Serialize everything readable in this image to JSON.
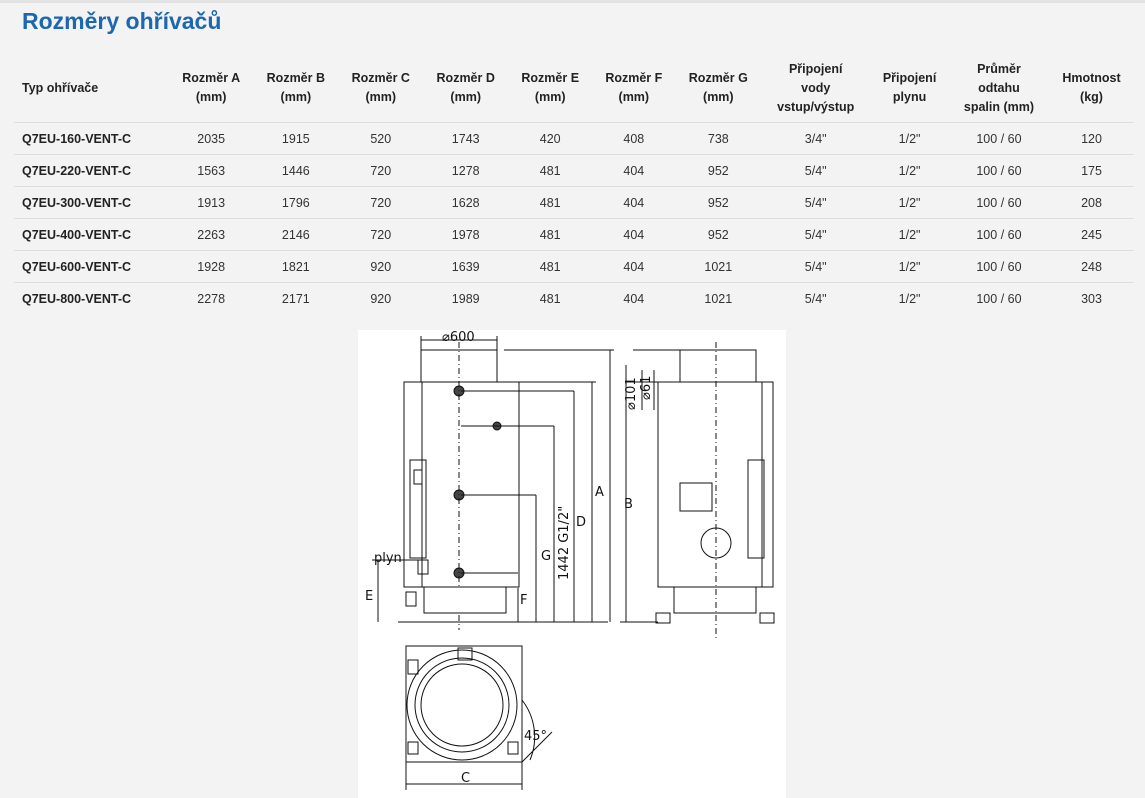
{
  "title": "Rozměry ohřívačů",
  "table": {
    "headers": [
      [
        "Typ ohřívače"
      ],
      [
        "Rozměr A",
        "(mm)"
      ],
      [
        "Rozměr B",
        "(mm)"
      ],
      [
        "Rozměr C",
        "(mm)"
      ],
      [
        "Rozměr D",
        "(mm)"
      ],
      [
        "Rozměr E",
        "(mm)"
      ],
      [
        "Rozměr F",
        "(mm)"
      ],
      [
        "Rozměr G",
        "(mm)"
      ],
      [
        "Připojení",
        "vody",
        "vstup/výstup"
      ],
      [
        "Připojení",
        "plynu"
      ],
      [
        "Průměr",
        "odtahu",
        "spalin (mm)"
      ],
      [
        "Hmotnost",
        "(kg)"
      ]
    ],
    "rows": [
      [
        "Q7EU-160-VENT-C",
        "2035",
        "1915",
        "520",
        "1743",
        "420",
        "408",
        "738",
        "3/4\"",
        "1/2\"",
        "100 / 60",
        "120"
      ],
      [
        "Q7EU-220-VENT-C",
        "1563",
        "1446",
        "720",
        "1278",
        "481",
        "404",
        "952",
        "5/4\"",
        "1/2\"",
        "100 / 60",
        "175"
      ],
      [
        "Q7EU-300-VENT-C",
        "1913",
        "1796",
        "720",
        "1628",
        "481",
        "404",
        "952",
        "5/4\"",
        "1/2\"",
        "100 / 60",
        "208"
      ],
      [
        "Q7EU-400-VENT-C",
        "2263",
        "2146",
        "720",
        "1978",
        "481",
        "404",
        "952",
        "5/4\"",
        "1/2\"",
        "100 / 60",
        "245"
      ],
      [
        "Q7EU-600-VENT-C",
        "1928",
        "1821",
        "920",
        "1639",
        "481",
        "404",
        "1021",
        "5/4\"",
        "1/2\"",
        "100 / 60",
        "248"
      ],
      [
        "Q7EU-800-VENT-C",
        "2278",
        "2171",
        "920",
        "1989",
        "481",
        "404",
        "1021",
        "5/4\"",
        "1/2\"",
        "100 / 60",
        "303"
      ]
    ]
  },
  "drawing": {
    "label_diam600": "⌀600",
    "label_diam101": "⌀101",
    "label_diam61": "⌀61",
    "label_A": "A",
    "label_B": "B",
    "label_C": "C",
    "label_D": "D",
    "label_E": "E",
    "label_F": "F",
    "label_G": "G",
    "label_plyn": "plyn",
    "label_1442": "1442  G1/2\"",
    "label_45": "45°"
  }
}
